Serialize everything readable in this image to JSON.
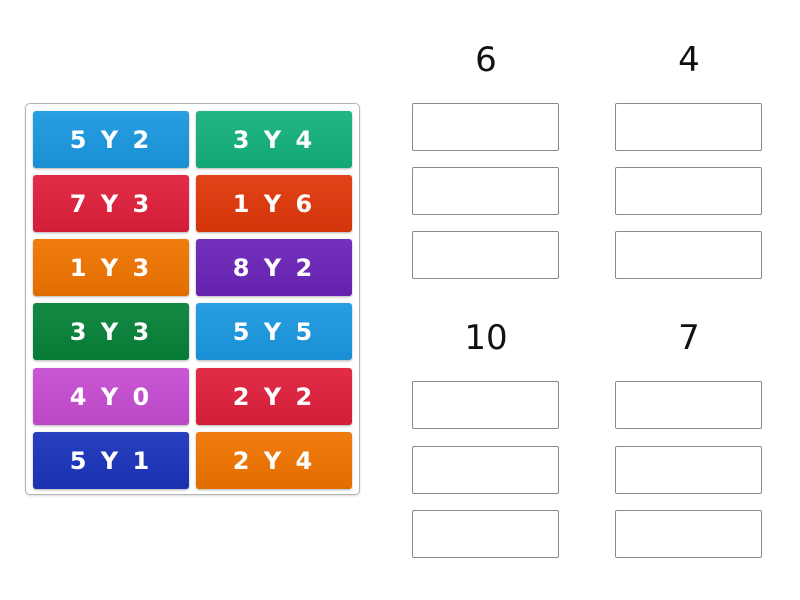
{
  "tiles": [
    {
      "label": "5 Y 2",
      "color": "#1b98e0"
    },
    {
      "label": "3 Y 4",
      "color": "#14b27a"
    },
    {
      "label": "7 Y 3",
      "color": "#e0203c"
    },
    {
      "label": "1 Y 6",
      "color": "#e0380a"
    },
    {
      "label": "1 Y 3",
      "color": "#f07400"
    },
    {
      "label": "8 Y 2",
      "color": "#6a24b8"
    },
    {
      "label": "3 Y 3",
      "color": "#068238"
    },
    {
      "label": "5 Y 5",
      "color": "#1b98e0"
    },
    {
      "label": "4 Y 0",
      "color": "#c64cd0"
    },
    {
      "label": "2 Y 2",
      "color": "#e0203c"
    },
    {
      "label": "5 Y 1",
      "color": "#1a34bc"
    },
    {
      "label": "2 Y 4",
      "color": "#f07400"
    }
  ],
  "groups": [
    {
      "title": "6",
      "slots": [
        "",
        "",
        ""
      ]
    },
    {
      "title": "4",
      "slots": [
        "",
        "",
        ""
      ]
    },
    {
      "title": "10",
      "slots": [
        "",
        "",
        ""
      ]
    },
    {
      "title": "7",
      "slots": [
        "",
        "",
        ""
      ]
    }
  ]
}
